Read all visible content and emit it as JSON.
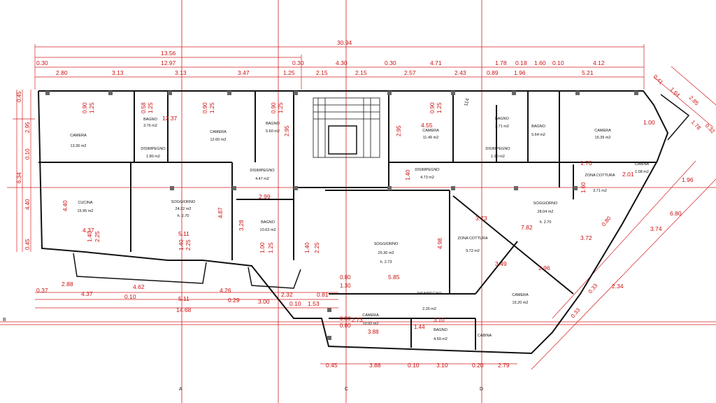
{
  "diagram": {
    "grid_labels": [
      "A",
      "B",
      "C",
      "D"
    ],
    "overall_dims": [
      "30.94",
      "13.56",
      "12.97"
    ],
    "top_row_dims": [
      "0.30",
      "0.30",
      "4.30",
      "0.30",
      "4.71",
      "1.78",
      "0.18",
      "1.60",
      "0.10",
      "4.12"
    ],
    "second_row_dims": [
      "2.80",
      "3.13",
      "3.13",
      "3.47",
      "1.25",
      "2.15",
      "2.15",
      "2.57",
      "2.43",
      "0.89",
      "1.96",
      "5.21"
    ],
    "inner_dims": [
      "12.37",
      "4.55",
      "2.99",
      "4.37",
      "5.11",
      "5.85",
      "1.76",
      "2.01",
      "3.73",
      "7.82",
      "3.72",
      "2.96",
      "3.49",
      "3.74",
      "6.80",
      "1.96",
      "2.34",
      "1.00"
    ],
    "bottom_row1_dims": [
      "2.88",
      "4.62",
      "4.26",
      "2.32",
      "0.81"
    ],
    "bottom_row2_dims": [
      "0.37",
      "4.37",
      "0.10",
      "5.11",
      "0.29",
      "3.00",
      "0.10",
      "1.53"
    ],
    "bottom_total": "14.68",
    "bottom_row3_dims": [
      "0.45",
      "3.88",
      "0.10",
      "3.10",
      "0.20",
      "2.79"
    ],
    "small_dims": [
      "0.80",
      "1.30",
      "0.80",
      "2.73",
      "3.88",
      "3.10",
      "1.44",
      "0.80"
    ],
    "left_dims": [
      "0.45",
      "2.95",
      "0.10",
      "6.34",
      "4.40",
      "0.45",
      "4.40"
    ],
    "window_dims": [
      "0.90",
      "1.25",
      "0.58",
      "1.25",
      "0.90",
      "1.25",
      "0.90",
      "1.25",
      "0.90",
      "1.25",
      "1.40",
      "2.25",
      "1.40",
      "2.25",
      "1.00",
      "1.25",
      "1.40",
      "2.25",
      "2.95",
      "2.95",
      "4.87",
      "3.28",
      "4.98",
      "1.40",
      "1.60"
    ],
    "diag_dims": [
      "0.41",
      "1.64",
      "2.85",
      "1.78",
      "0.32",
      "0.80",
      "0.33",
      "0.33"
    ],
    "stair_mark": "114",
    "rooms": [
      {
        "name": "CAMERA",
        "area": "13.36 m2"
      },
      {
        "name": "BAGNO",
        "area": "3.76 m2"
      },
      {
        "name": "DISIMPEGNO",
        "area": "1.80 m2"
      },
      {
        "name": "CAMERA",
        "area": "12.60 m2"
      },
      {
        "name": "BAGNO",
        "area": "5.60 m2"
      },
      {
        "name": "DISIMPEGNO",
        "area": "4.47 m2"
      },
      {
        "name": "CUCINA",
        "area": "15.95 m2"
      },
      {
        "name": "SOGGIORNO",
        "area": "24.22 m2",
        "height": "h. 2.70"
      },
      {
        "name": "BAGNO",
        "area": "10.63 m2"
      },
      {
        "name": "CAMERA",
        "area": "11.49 m2"
      },
      {
        "name": "BAGNO",
        "area": "3.71 m2"
      },
      {
        "name": "DISIMPEGNO",
        "area": "1.90 m2"
      },
      {
        "name": "BAGNO",
        "area": "5.64 m2"
      },
      {
        "name": "CAMERA",
        "area": "15.39 m2"
      },
      {
        "name": "DISIMPEGNO",
        "area": "4.73 m2"
      },
      {
        "name": "CABINA",
        "area": "1.08 m2"
      },
      {
        "name": "ZONA COTTURA",
        "area": "3.71 m2"
      },
      {
        "name": "SOGGIORNO",
        "area": "28.04 m2",
        "height": "h. 2.70"
      },
      {
        "name": "SOGGIORNO",
        "area": "25.30 m2",
        "height": "h. 2.73"
      },
      {
        "name": "ZONA COTTURA",
        "area": "9.72 m2"
      },
      {
        "name": "CAMERA",
        "area": "15.20 m2"
      },
      {
        "name": "DISIMPEGNO",
        "area": "2.26 m2"
      },
      {
        "name": "CAMERA",
        "area": "10.92 m2"
      },
      {
        "name": "BAGNO",
        "area": "4.59 m2"
      },
      {
        "name": "CABINA",
        "area": ""
      }
    ]
  }
}
